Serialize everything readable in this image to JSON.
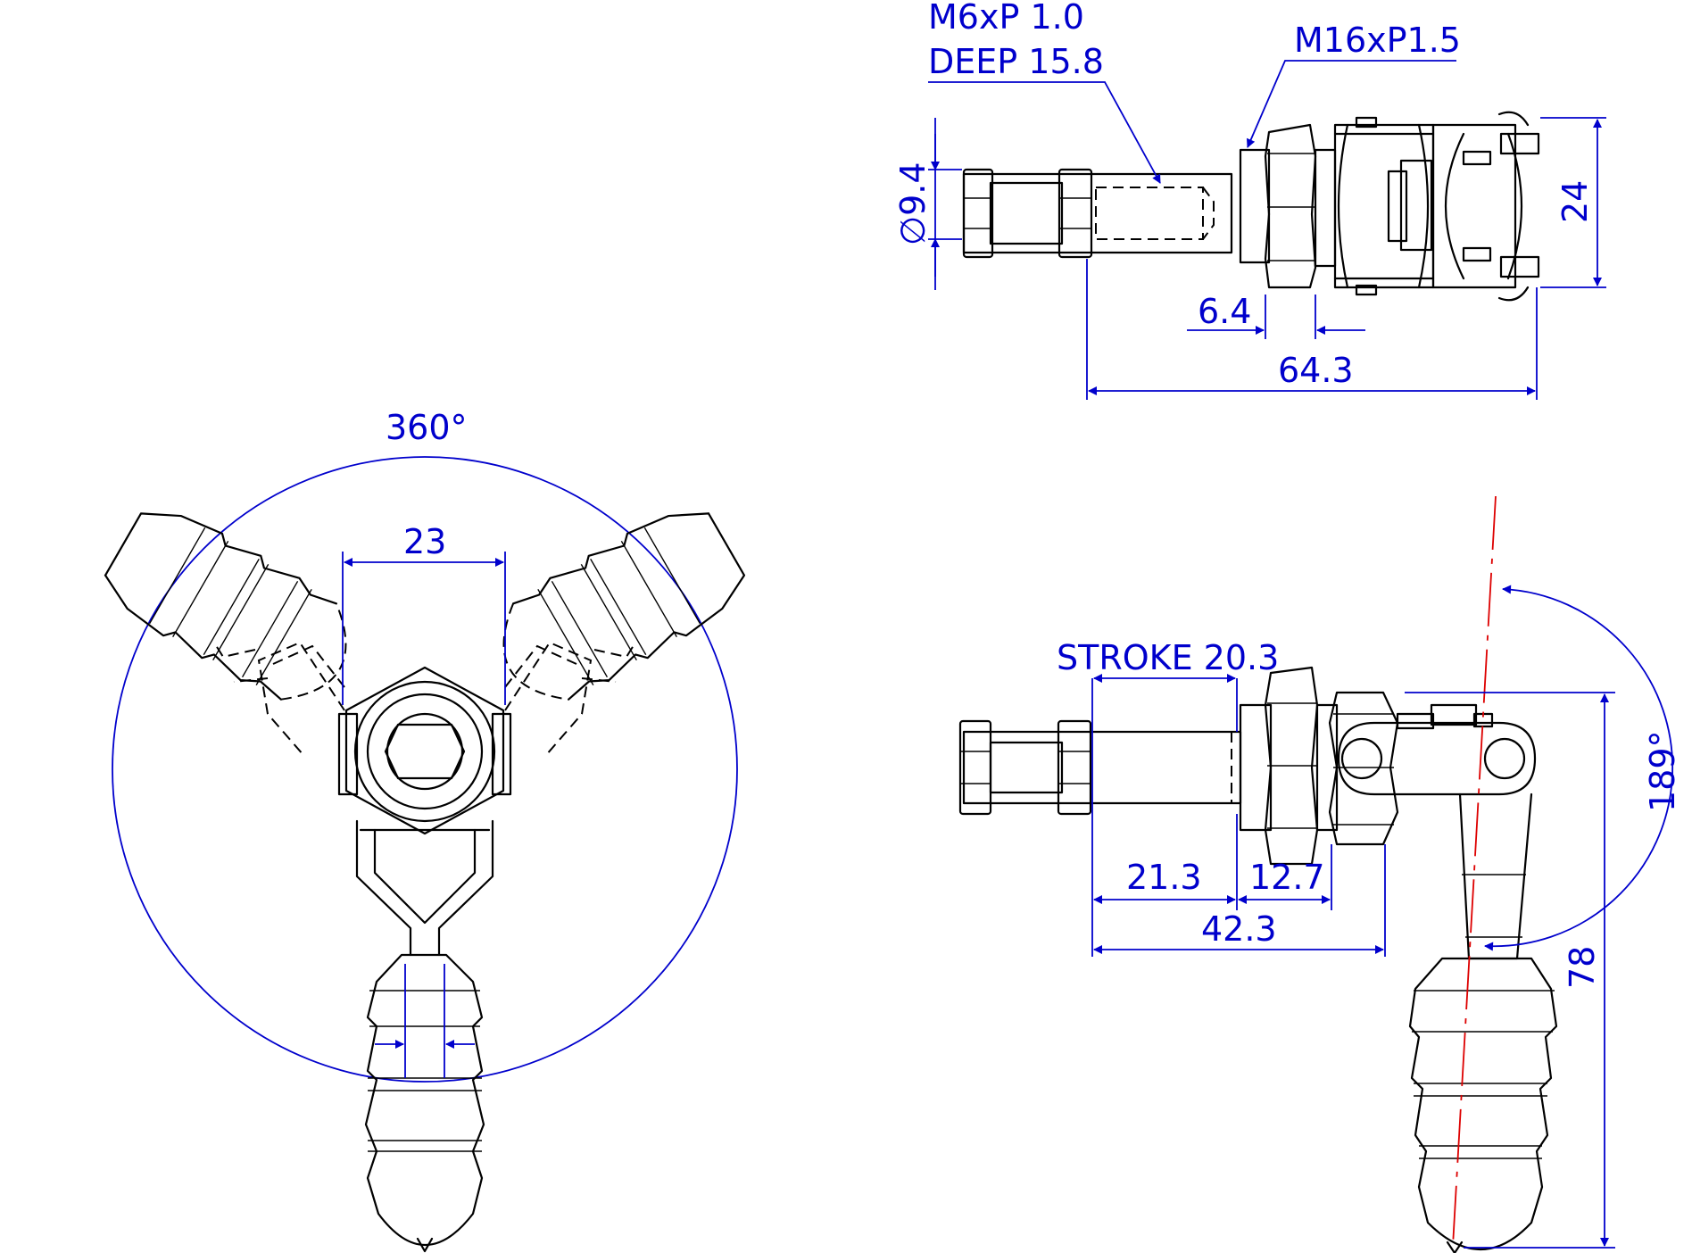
{
  "dimensions": {
    "top_view": {
      "thread_small": "M6xP 1.0",
      "thread_depth": "DEEP 15.8",
      "thread_large": "M16xP1.5",
      "diameter": "∅9.4",
      "height": "24",
      "nut_width": "6.4",
      "overall_length": "64.3"
    },
    "plan_view": {
      "rotation": "360°",
      "handle_spacing": "23"
    },
    "side_view": {
      "stroke": "STROKE 20.3",
      "plunger_length": "21.3",
      "body_length": "12.7",
      "total_length": "42.3",
      "handle_angle": "189°",
      "handle_height": "78"
    }
  },
  "colors": {
    "outline": "#000000",
    "dimension": "#0000cc",
    "centerline": "#dd0000"
  }
}
